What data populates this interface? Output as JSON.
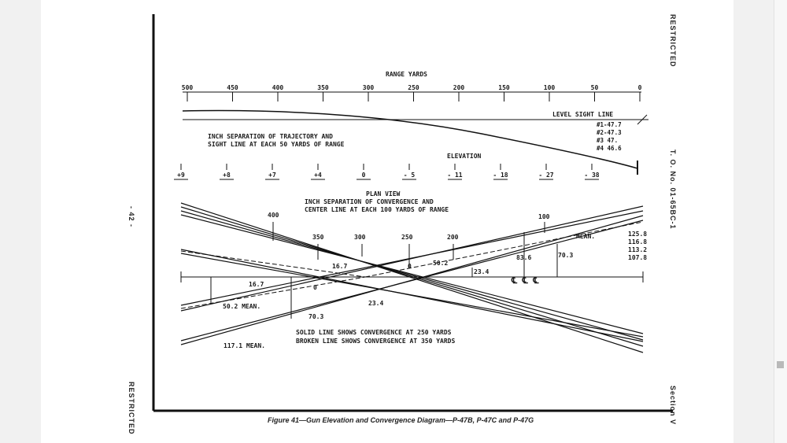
{
  "page": {
    "header_right": "RESTRICTED",
    "footer_left": "RESTRICTED",
    "page_number": "- 42 -",
    "doc_number": "T. O. No. 01-65BC-1",
    "section": "Section V",
    "caption": "Figure 41—Gun Elevation and Convergence Diagram—P-47B, P-47C and P-47G"
  },
  "elevation_diagram": {
    "range_title": "RANGE YARDS",
    "range_ticks": [
      "500",
      "450",
      "400",
      "350",
      "300",
      "250",
      "200",
      "150",
      "100",
      "50",
      "0"
    ],
    "level_sight_line": "LEVEL SIGHT LINE",
    "guns": [
      "#1-47.7",
      "#2-47.3",
      "#3 47.",
      "#4 46.6"
    ],
    "inch_sep_line1": "INCH SEPARATION OF TRAJECTORY AND",
    "inch_sep_line2": "SIGHT LINE AT EACH 50 YARDS OF RANGE",
    "elevation_title": "ELEVATION",
    "elevation_ticks": [
      "+9",
      "+8",
      "+7",
      "+4",
      "0",
      "- 5",
      "- 11",
      "- 18",
      "- 27",
      "- 38"
    ]
  },
  "plan_view": {
    "title": "PLAN VIEW",
    "sub1": "INCH SEPARATION OF CONVERGENCE AND",
    "sub2": "CENTER LINE AT EACH 100 YARDS OF RANGE",
    "labels": {
      "r400": "400",
      "r350": "350",
      "r300": "300",
      "r250": "250",
      "r200": "200",
      "r100": "100",
      "v167": "16.7",
      "v167b": "16.7",
      "v502": "50.2",
      "v234": "23.4",
      "v234b": "23.4",
      "v836": "83.6",
      "v703": "70.3",
      "v703b": "70.3",
      "mean_left": "50.2 MEAN.",
      "mean_left2": "117.1 MEAN.",
      "mean_right": "MEAN.",
      "zero1": "0",
      "zero2": "0",
      "r1": "125.8",
      "r2": "116.8",
      "r3": "113.2",
      "r4": "107.8",
      "cl": "℄ ℄ ℄"
    },
    "note1": "SOLID LINE SHOWS CONVERGENCE AT 250 YARDS",
    "note2": "BROKEN LINE SHOWS CONVERGENCE AT 350 YARDS"
  }
}
